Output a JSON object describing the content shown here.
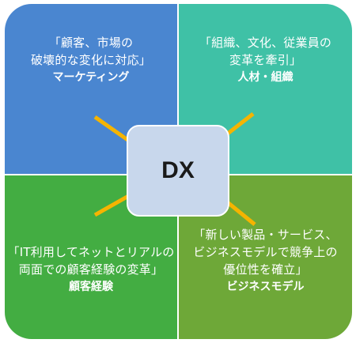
{
  "center": {
    "label": "DX"
  },
  "quadrants": {
    "top_left": {
      "lines": [
        "「顧客、市場の",
        "破壊的な変化に対応」"
      ],
      "label": "マーケティング",
      "color": "#4a86d0"
    },
    "top_right": {
      "lines": [
        "「組織、文化、従業員の",
        "変革を牽引」"
      ],
      "label": "人材・組織",
      "color": "#3fc1a6"
    },
    "bottom_left": {
      "lines": [
        "「IT利用してネットとリアルの",
        "両面での顧客経験の変革」"
      ],
      "label": "顧客経験",
      "color": "#43ad42"
    },
    "bottom_right": {
      "lines": [
        "「新しい製品・サービス、",
        "ビジネスモデルで競争上の",
        "優位性を確立」"
      ],
      "label": "ビジネスモデル",
      "color": "#6ea838"
    }
  },
  "arrow_color": "#f5b400"
}
